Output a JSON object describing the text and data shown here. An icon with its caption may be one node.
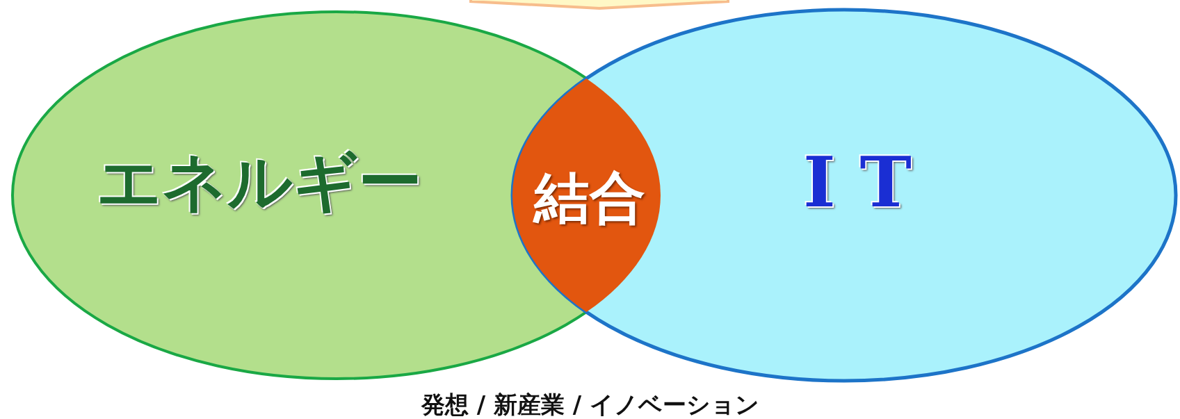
{
  "diagram": {
    "caption": "発想 / 新産業 / イノベーション",
    "nodes": [
      {
        "text": [],
        "shape": "callout"
      },
      {
        "text": [
          "エネルギー"
        ]
      },
      {
        "text": [
          "I T"
        ]
      },
      {
        "text": [
          "結合"
        ]
      }
    ]
  }
}
